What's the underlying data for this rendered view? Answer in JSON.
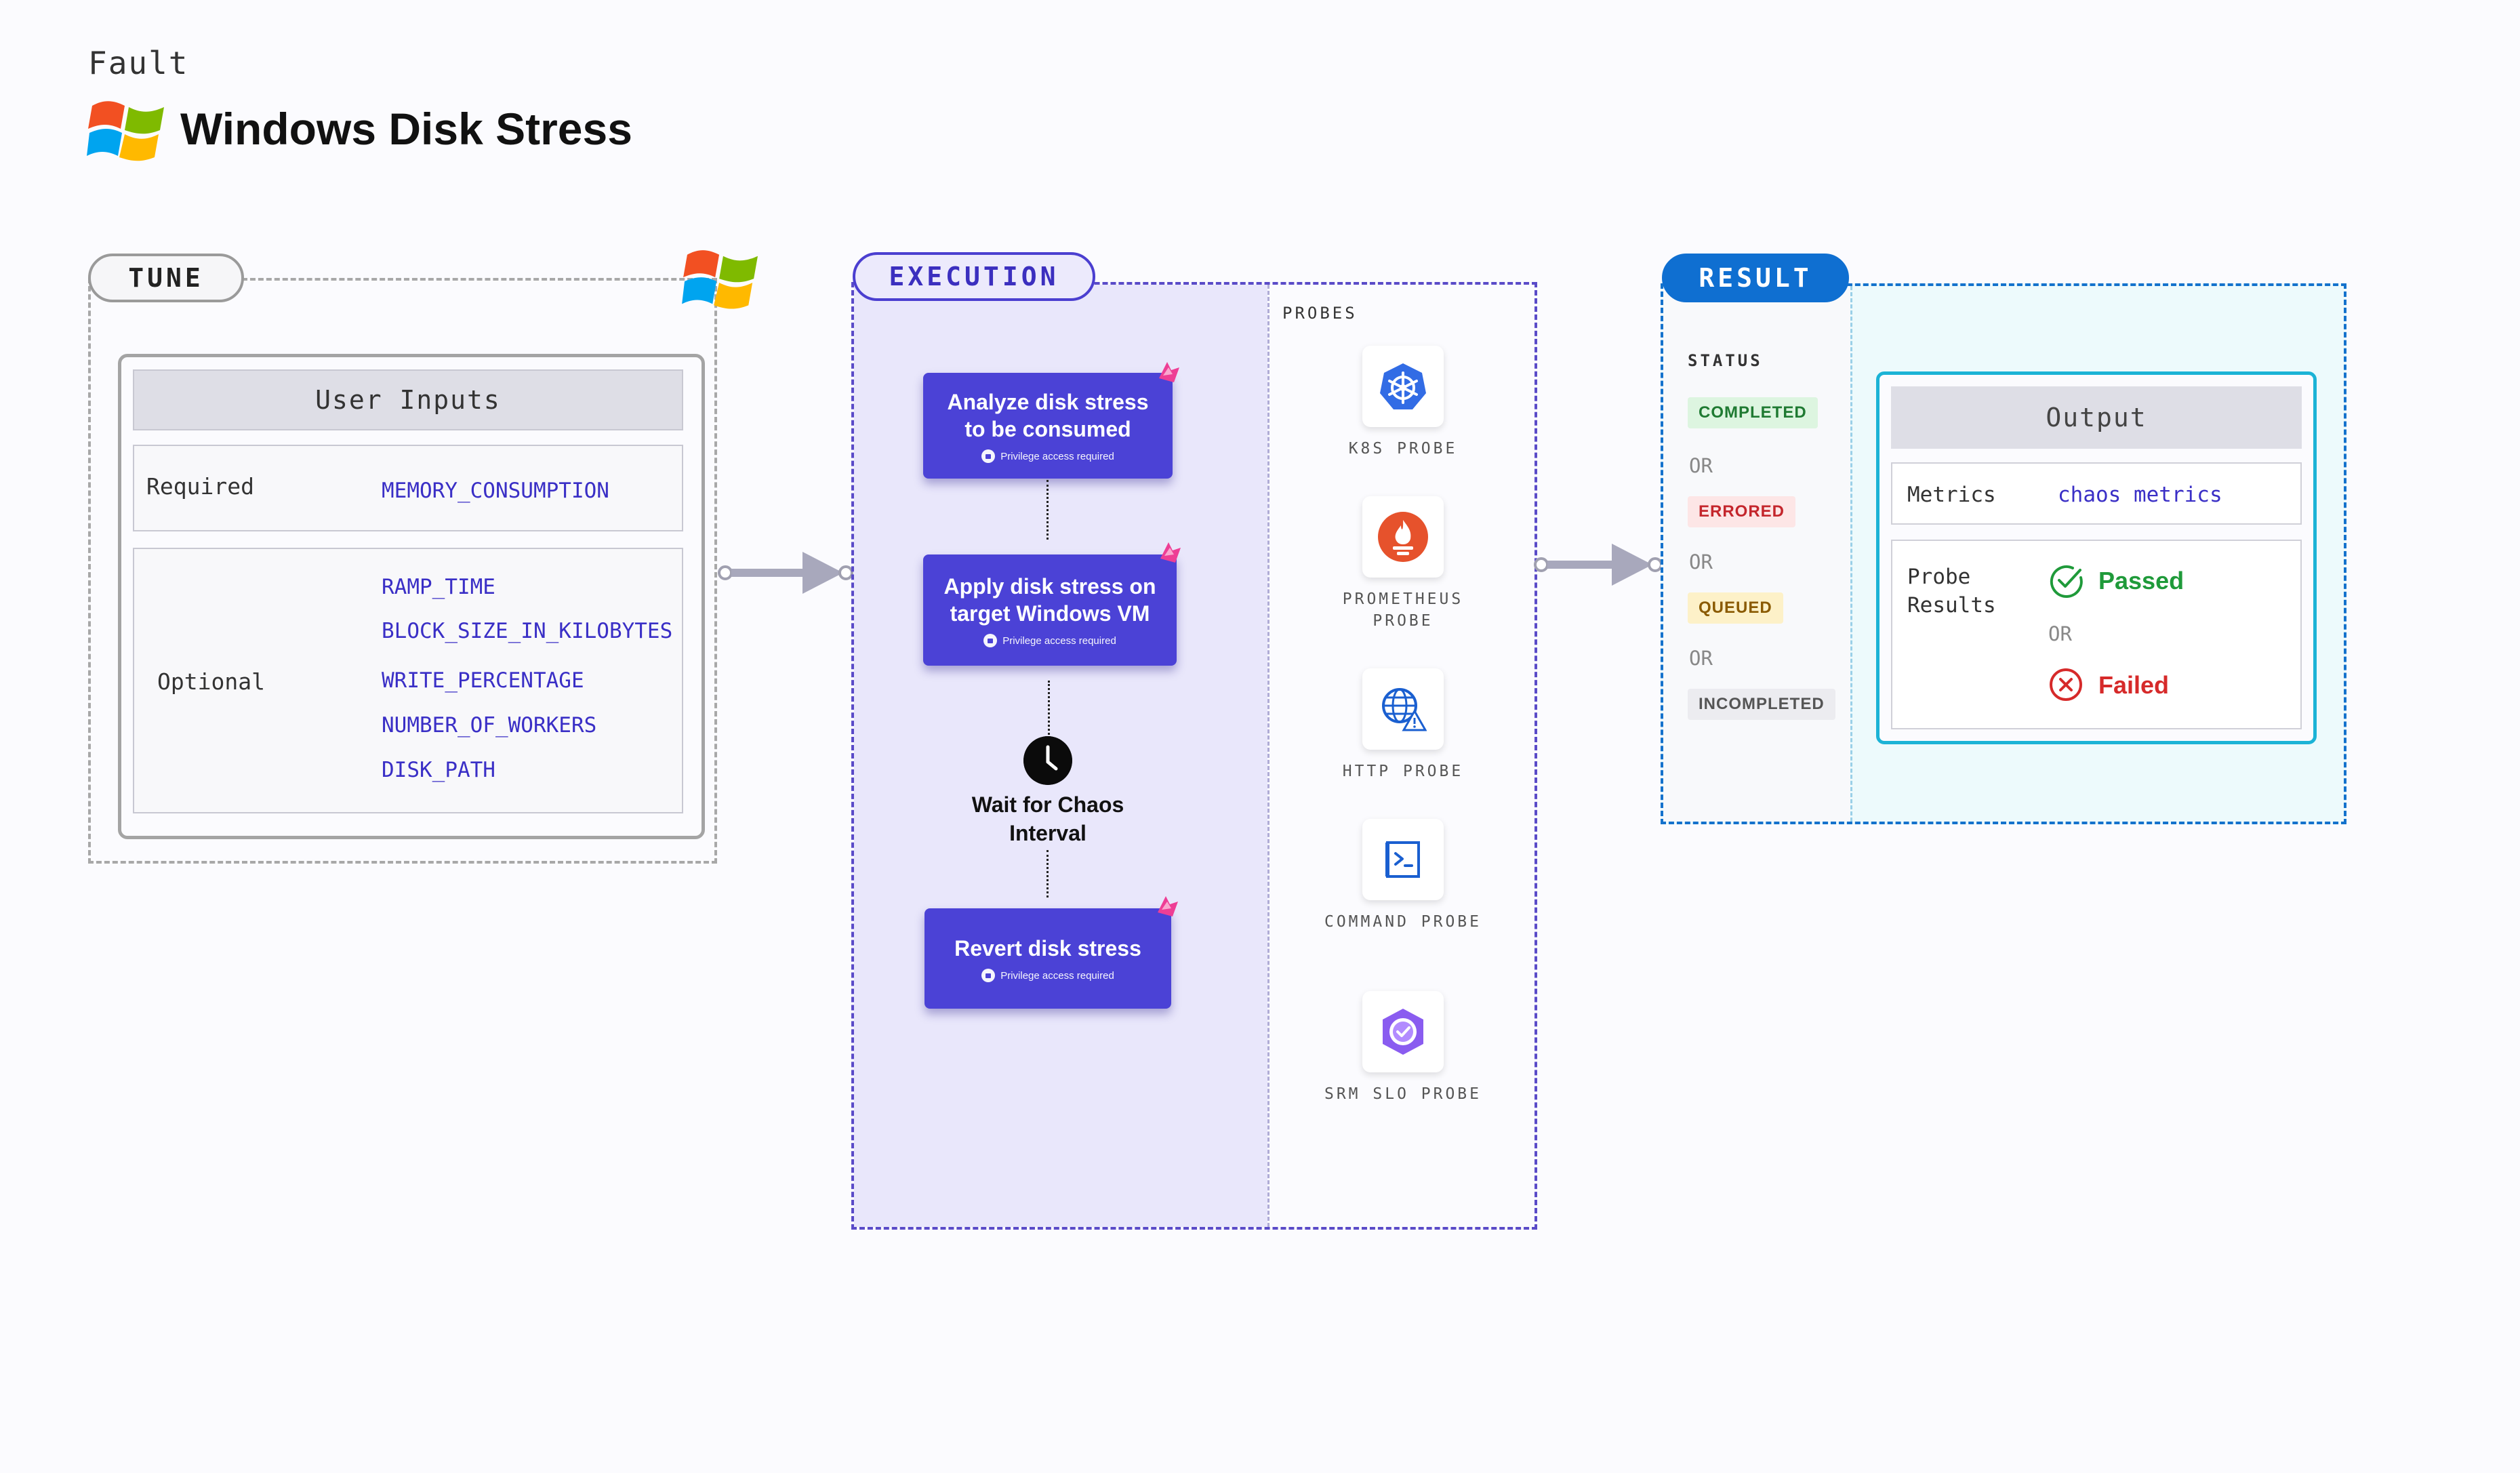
{
  "header": {
    "category": "Fault",
    "title": "Windows Disk Stress"
  },
  "tune": {
    "label": "TUNE",
    "user_inputs_title": "User Inputs",
    "required_label": "Required",
    "required_params": [
      "MEMORY_CONSUMPTION"
    ],
    "optional_label": "Optional",
    "optional_params": [
      "RAMP_TIME",
      "BLOCK_SIZE_IN_KILOBYTES",
      "WRITE_PERCENTAGE",
      "NUMBER_OF_WORKERS",
      "DISK_PATH"
    ]
  },
  "execution": {
    "label": "EXECUTION",
    "steps": [
      {
        "title": "Analyze disk stress to be consumed",
        "note": "Privilege access required"
      },
      {
        "title": "Apply disk stress on target Windows VM",
        "note": "Privilege access required"
      },
      {
        "title": "Revert disk stress",
        "note": "Privilege access required"
      }
    ],
    "wait": "Wait for Chaos Interval",
    "probes_label": "PROBES",
    "probes": [
      {
        "name": "K8S PROBE",
        "icon": "kubernetes-icon"
      },
      {
        "name": "PROMETHEUS PROBE",
        "icon": "prometheus-icon"
      },
      {
        "name": "HTTP PROBE",
        "icon": "http-globe-icon"
      },
      {
        "name": "COMMAND PROBE",
        "icon": "terminal-icon"
      },
      {
        "name": "SRM SLO PROBE",
        "icon": "slo-icon"
      }
    ]
  },
  "result": {
    "label": "RESULT",
    "status_label": "STATUS",
    "statuses": [
      "COMPLETED",
      "ERRORED",
      "QUEUED",
      "INCOMPLETED"
    ],
    "or_text": "OR",
    "output_title": "Output",
    "metrics_label": "Metrics",
    "metrics_value": "chaos metrics",
    "probe_results_label": "Probe Results",
    "passed": "Passed",
    "failed": "Failed"
  },
  "colors": {
    "accent": "#4b42d6",
    "result_blue": "#0f6fd1",
    "passed": "#1f9a3a",
    "failed": "#d62a2a"
  }
}
